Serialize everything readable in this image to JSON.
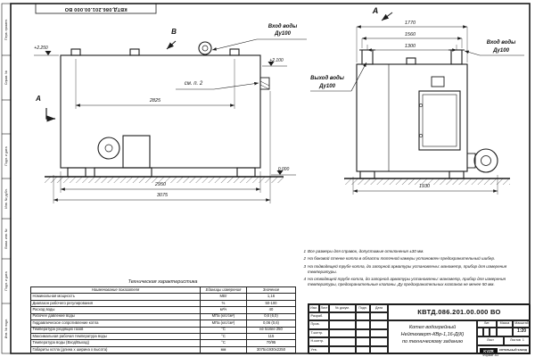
{
  "sheet": {
    "top_stamp": "КВТД.086.201.00.000 ВО",
    "format_label": "Формат А3",
    "left_margin_labels": [
      "Перв. примен.",
      "Справ. №",
      "Подп. и дата",
      "Инв. № дубл.",
      "Взам. инв. №",
      "Подп. и дата",
      "Инв. № подл."
    ]
  },
  "left_view": {
    "section_letter": "А",
    "view_letter": "В",
    "callout": "см. п. 2",
    "inlet_line1": "Вход воды",
    "inlet_line2": "Ду100",
    "elev_top": "+2.250",
    "elev_inlet": "+2.100",
    "elev_zero": "0.000",
    "dim_span": "2825",
    "dim_base": "2950",
    "dim_overall": "3075"
  },
  "right_view": {
    "view_letter": "А",
    "dim_top1": "1770",
    "dim_top2": "1560",
    "dim_top3": "1300",
    "dim_width": "1930",
    "outlet_line1": "Выход воды",
    "outlet_line2": "Ду100",
    "inlet_line1": "Вход воды",
    "inlet_line2": "Ду100"
  },
  "notes": {
    "items": [
      {
        "num": "1",
        "text": "Все размеры для справок, допустимые отклонения ±30 мм."
      },
      {
        "num": "2",
        "text": "На боковой стенке котла в области топочной камеры установлен предохранительный шибер."
      },
      {
        "num": "3",
        "text": "На подводящей трубе котла, до запорной арматуры установлены: манометр, прибор для измерения температуры."
      },
      {
        "num": "4",
        "text": "На отводящей трубе котла, до запорной арматуры установлены: манометр, прибор для измерения температуры, предохранительные клапаны. Ду предохранительных клапанов не менее 50 мм."
      }
    ]
  },
  "tech_table": {
    "title": "Техническая характеристика",
    "headers": [
      "Наименование показателя",
      "Единицы измерения",
      "Значение"
    ],
    "rows": [
      [
        "Номинальная мощность",
        "МВт",
        "1,16"
      ],
      [
        "Диапазон рабочего регулирования",
        "%",
        "50-100"
      ],
      [
        "Расход воды",
        "м³/ч",
        "40"
      ],
      [
        "Рабочее давление воды",
        "МПа (кгс/см²)",
        "0,6 (6,0)"
      ],
      [
        "Гидравлическое сопротивление котла",
        "МПа (кгс/см²)",
        "0,06 (0,6)"
      ],
      [
        "Температура уходящих газов",
        "°С",
        "не более 250"
      ],
      [
        "Максимальная рабочая температура воды",
        "°С",
        "115"
      ],
      [
        "Температура воды (Вход/Выход)",
        "°С",
        "70/95"
      ],
      [
        "Габариты котла (длина х ширина х высота)",
        "мм",
        "3075х1930х2250"
      ]
    ]
  },
  "title_block": {
    "doc_number": "КВТД.086.201.00.000 ВО",
    "title_line1": "Котел водогрейный",
    "title_line2": "Нейтехверт-КВр-1,16-Д(К)",
    "title_line3": "по техническому заданию",
    "col_izm": "Изм.",
    "col_list": "Лист",
    "col_doc": "№ докум.",
    "col_sign": "Подп.",
    "col_date": "Дата",
    "row_dev": "Разраб.",
    "row_check": "Пров.",
    "row_tcontr": "Т.контр.",
    "row_ncontr": "Н.контр.",
    "row_approve": "Утв.",
    "lit_label": "Лит.",
    "mass_label": "Масса",
    "scale_label": "Масштаб",
    "scale_value": "1:20",
    "sheet_label": "Лист",
    "sheets_label": "Листов",
    "sheets_value": "1",
    "logo_text": "KVZR",
    "logo_sub": "КОТЕЛЬНЫЙ ЗАВОД"
  }
}
